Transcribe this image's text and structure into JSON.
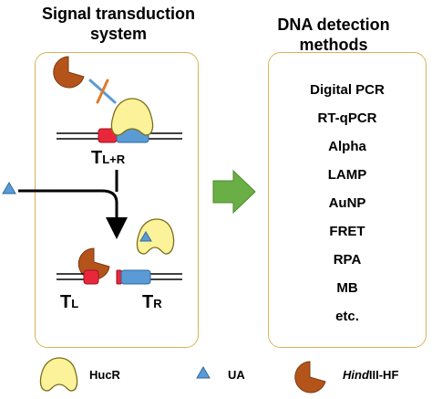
{
  "headers": {
    "left_line1": "Signal transduction",
    "left_line2": "system",
    "right_line1": "DNA detection",
    "right_line2": "methods"
  },
  "methods": [
    "Digital PCR",
    "RT-qPCR",
    "Alpha",
    "LAMP",
    "AuNP",
    "FRET",
    "RPA",
    "MB",
    "etc."
  ],
  "labels": {
    "t_lr_main": "T",
    "t_lr_sub": "L+R",
    "t_l_main": "T",
    "t_l_sub": "L",
    "t_r_main": "T",
    "t_r_sub": "R"
  },
  "legend": {
    "hucr": "HucR",
    "ua": "UA",
    "hind_italic": "Hind",
    "hind_rest": "III-HF"
  },
  "colors": {
    "box_border": "#d9b25a",
    "enzyme": "#b5541a",
    "hucr": "#fbf29a",
    "ua": "#5b9bd5",
    "red_segment": "#e8283a",
    "blue_segment": "#5b9bd5",
    "green_arrow": "#6aaf45"
  }
}
